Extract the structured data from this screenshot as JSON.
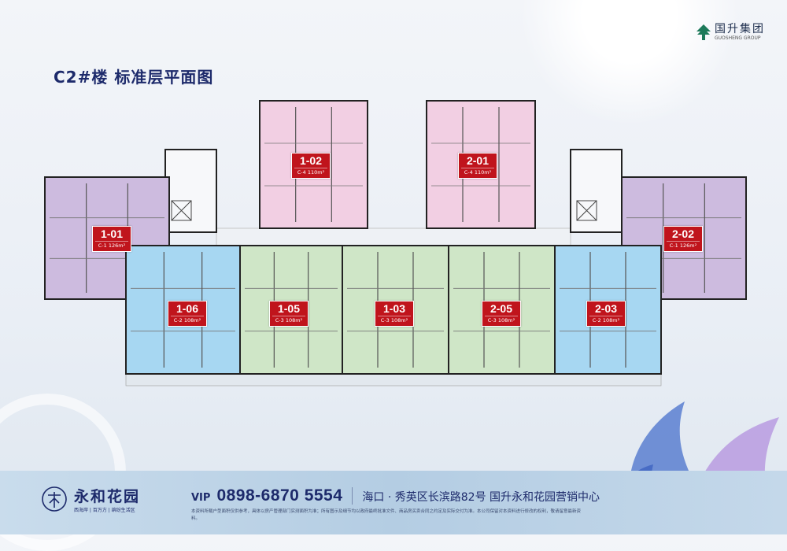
{
  "title": "C2#楼 标准层平面图",
  "brand": {
    "name_cn": "国升集团",
    "name_en": "GUOSHENG GROUP"
  },
  "units": [
    {
      "id": "1-02",
      "type": "C-4",
      "area": "110m²",
      "color": "#f2cfe3"
    },
    {
      "id": "2-01",
      "type": "C-4",
      "area": "110m²",
      "color": "#f2cfe3"
    },
    {
      "id": "1-01",
      "type": "C-1",
      "area": "126m²",
      "color": "#cdbbdf"
    },
    {
      "id": "2-02",
      "type": "C-1",
      "area": "126m²",
      "color": "#cdbbdf"
    },
    {
      "id": "1-06",
      "type": "C-2",
      "area": "108m²",
      "color": "#a7d7f2"
    },
    {
      "id": "1-05",
      "type": "C-3",
      "area": "108m²",
      "color": "#cfe6c7"
    },
    {
      "id": "1-03",
      "type": "C-3",
      "area": "108m²",
      "color": "#cfe6c7"
    },
    {
      "id": "2-05",
      "type": "C-3",
      "area": "108m²",
      "color": "#cfe6c7"
    },
    {
      "id": "2-03",
      "type": "C-2",
      "area": "108m²",
      "color": "#a7d7f2"
    }
  ],
  "footer": {
    "project_name": "永和花园",
    "slogan": "西海岸 | 百万方 | 缤纷生活区",
    "vip_label": "VIP",
    "phone": "0898-6870 5554",
    "address": "海口 · 秀英区长滨路82号 国升永和花园营销中心",
    "disclaimer": "本资料所载户型面积仅供参考，具体以房产管理部门实测面积为准；所有图示及细节均以政府最终批准文件、商品房买卖合同之约定及实际交付为准。本公司保留对本资料进行修改的权利，敬请留意最新资料。"
  }
}
